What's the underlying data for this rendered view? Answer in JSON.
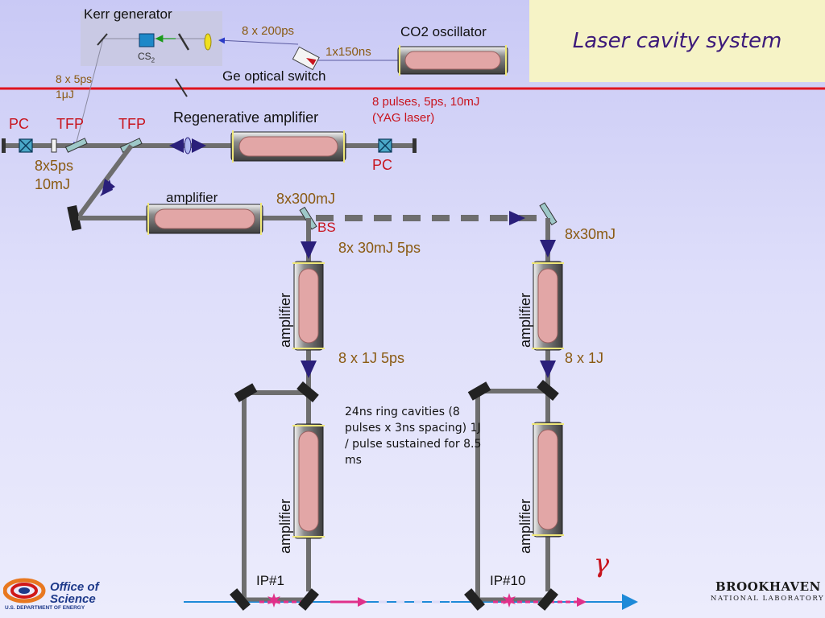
{
  "slide": {
    "title": "Laser cavity system",
    "colors": {
      "background": "#dcdcf8",
      "title_box": "#f6f3c6",
      "title_text": "#3c1a7a",
      "red_label": "#c8141e",
      "brown_label": "#8a5a12",
      "beam_path": "#6e6e6e",
      "arrow": "#2a1f7a",
      "rod": "#e2a6a6",
      "red_divider": "#e0141e",
      "blue_beam": "#1e8ad8"
    }
  },
  "labels": {
    "kerr_generator": "Kerr generator",
    "cs2": "CS",
    "cs2_sub": "2",
    "pulse_8x200ps": "8 x 200ps",
    "co2_oscillator": "CO2 oscillator",
    "pulse_1x150ns": "1x150ns",
    "ge_optical_switch": "Ge optical switch",
    "pulse_8x5ps": "8 x 5ps",
    "energy_1uJ": "1μJ",
    "yag_line1": "8 pulses, 5ps, 10mJ",
    "yag_line2": "(YAG laser)",
    "pc_left": "PC",
    "tfp_1": "TFP",
    "tfp_2": "TFP",
    "regen_amplifier": "Regenerative amplifier",
    "pc_right": "PC",
    "out_8x5ps": "8x5ps",
    "out_10mJ": "10mJ",
    "amplifier_main": "amplifier",
    "out_8x300mJ": "8x300mJ",
    "bs": "BS",
    "left_8x30mJ_5ps": "8x 30mJ 5ps",
    "right_8x30mJ": "8x30mJ",
    "amplifier_left_upper": "amplifier",
    "amplifier_right_upper": "amplifier",
    "left_8x1J_5ps": "8 x 1J 5ps",
    "right_8x1J": "8 x 1J",
    "ring_note": "24ns ring cavities (8 pulses x 3ns spacing) 1J / pulse sustained for 8.5 ms",
    "amplifier_left_lower": "amplifier",
    "amplifier_right_lower": "amplifier",
    "ip1": "IP#1",
    "ip10": "IP#10",
    "gamma": "γ"
  },
  "logos": {
    "doe_line1": "Office of",
    "doe_line2": "Science",
    "doe_line3": "U.S. DEPARTMENT OF ENERGY",
    "bnl_name": "BROOKHAVEN",
    "bnl_sub": "NATIONAL LABORATORY"
  }
}
